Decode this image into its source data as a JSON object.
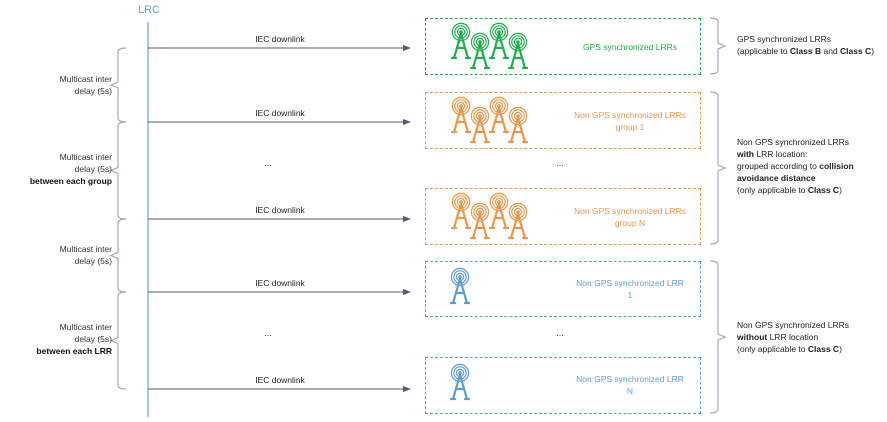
{
  "lrc": {
    "label": "LRC"
  },
  "downlink_label": "IEC downlink",
  "ellipsis": "...",
  "colors": {
    "lrc_line": "#6a9fd0",
    "arrow": "#4a5d7a",
    "brace": "#a0aab8",
    "gps": "#1db04a",
    "non_gps_group": "#f0954a",
    "non_gps_single": "#5a9ed6"
  },
  "arrows": [
    {
      "label": "IEC downlink"
    },
    {
      "label": "IEC downlink"
    },
    {
      "label": "IEC downlink"
    },
    {
      "label": "IEC downlink"
    },
    {
      "label": "IEC downlink"
    }
  ],
  "boxes": [
    {
      "id": "gps",
      "line1": "GPS synchronized LRRs",
      "line2": "",
      "icon": "antenna-cluster-icon"
    },
    {
      "id": "group1",
      "line1": "Non GPS synchronized LRRs",
      "line2": "group 1",
      "icon": "antenna-cluster-icon"
    },
    {
      "id": "groupN",
      "line1": "Non GPS synchronized LRRs",
      "line2": "group N",
      "icon": "antenna-cluster-icon"
    },
    {
      "id": "lrr1",
      "line1": "Non GPS synchronized LRR",
      "line2": "1",
      "icon": "antenna-icon"
    },
    {
      "id": "lrrN",
      "line1": "Non GPS synchronized LRR",
      "line2": "N",
      "icon": "antenna-icon"
    }
  ],
  "left_braces": [
    {
      "line1": "Multicast inter",
      "line2": "delay (5s)",
      "bold": ""
    },
    {
      "line1": "Multicast inter",
      "line2": "delay (5s)",
      "bold": "between each group"
    },
    {
      "line1": "Multicast inter",
      "line2": "delay (5s)",
      "bold": ""
    },
    {
      "line1": "Multicast inter",
      "line2": "delay (5s)",
      "bold": "between each LRR"
    }
  ],
  "right_braces": [
    {
      "line1": "GPS synchronized LRRs",
      "line2_pre": "(applicable to ",
      "line2_b1": "Class B",
      "line2_mid": " and ",
      "line2_b2": "Class C",
      "line2_post": ")"
    },
    {
      "line1": "Non GPS synchronized LRRs",
      "line2_b": "with",
      "line2_post": " LRR location:",
      "line3_pre": "grouped according to ",
      "line3_b": "collision",
      "line4_b": "avoidance distance",
      "line5_pre": "(only applicable to ",
      "line5_b": "Class C",
      "line5_post": ")"
    },
    {
      "line1": "Non GPS synchronized LRRs",
      "line2_b": "without",
      "line2_post": " LRR location",
      "line3_pre": "(only applicable to ",
      "line3_b": "Class C",
      "line3_post": ")"
    }
  ]
}
